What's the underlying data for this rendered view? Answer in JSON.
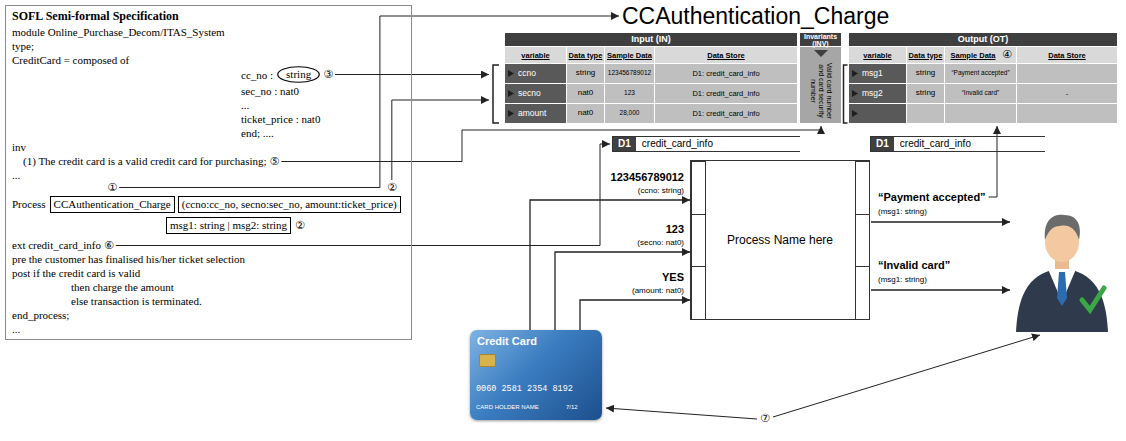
{
  "diagram": {
    "title": "CCAuthentication_Charge",
    "nodes": [
      {
        "text": [
          "SOFL Semi-formal Specification",
          "module Online_Purchase_Decom/ITAS_System",
          "type;",
          "CreditCard = composed of",
          "cc_no :",
          "sec_no : nat0",
          "...",
          "ticket_price : nat0",
          "end; ....",
          "inv",
          "(1) The credit card is a valid credit card for purchasing;",
          "...",
          "Process",
          "ext credit_card_info",
          "pre the customer has finalised his/her ticket selection",
          "post if the credit card is valid",
          "then charge the amount",
          "else transaction is terminated.",
          "end_process;",
          "..."
        ]
      },
      {
        "text": [
          "string"
        ],
        "in": 0
      },
      {
        "text": [
          "CCAuthentication_Charge"
        ],
        "in": 0
      },
      {
        "text": [
          "(ccno:cc_no, secno:sec_no, amount:ticket_price)"
        ],
        "in": 0
      },
      {
        "text": [
          "msg1: string | msg2: string"
        ],
        "in": 0
      },
      {
        "text": [
          "D1",
          "credit_card_info"
        ]
      },
      {
        "text": [
          "D1",
          "credit_card_info"
        ]
      },
      {
        "text": [
          "Process Name here"
        ]
      },
      {
        "text": [
          "Credit Card",
          "0060 2581 2354 8192",
          "CARD HOLDER NAME",
          "7/12"
        ]
      }
    ],
    "edges": [
      {
        "from": 8,
        "to": 7,
        "arrow": "to",
        "label": "123456789012"
      },
      {
        "from": 8,
        "to": 7,
        "arrow": "to",
        "label": "123"
      },
      {
        "from": 8,
        "to": 7,
        "arrow": "to",
        "label": "YES"
      }
    ],
    "labels": [
      "①",
      "②",
      "③",
      "⑤",
      "②",
      "⑥",
      "Input (IN)",
      "Invariants (INV)",
      "Output (OT)",
      "variable",
      "Data type",
      "Sample Data",
      "Data Store",
      "variable",
      "Data type",
      "Sample Data",
      "Data Store",
      "④",
      "ccno",
      "string",
      "123456789012",
      "D1: credit_card_info",
      "secno",
      "nat0",
      "123",
      "D1: credit_card_info",
      "amount",
      "nat0",
      "28,000",
      "D1: credit_card_info",
      "Valid card number and card security number",
      "msg1",
      "string",
      "“Payment accepted”",
      "msg2",
      "string",
      "“Invalid card”",
      "-",
      "(ccno: string)",
      "(secno: nat0)",
      "(amount: nat0)",
      "“Payment accepted”",
      "(msg1: string)",
      "“Invalid card”",
      "(msg1: string)",
      "⑦"
    ]
  }
}
